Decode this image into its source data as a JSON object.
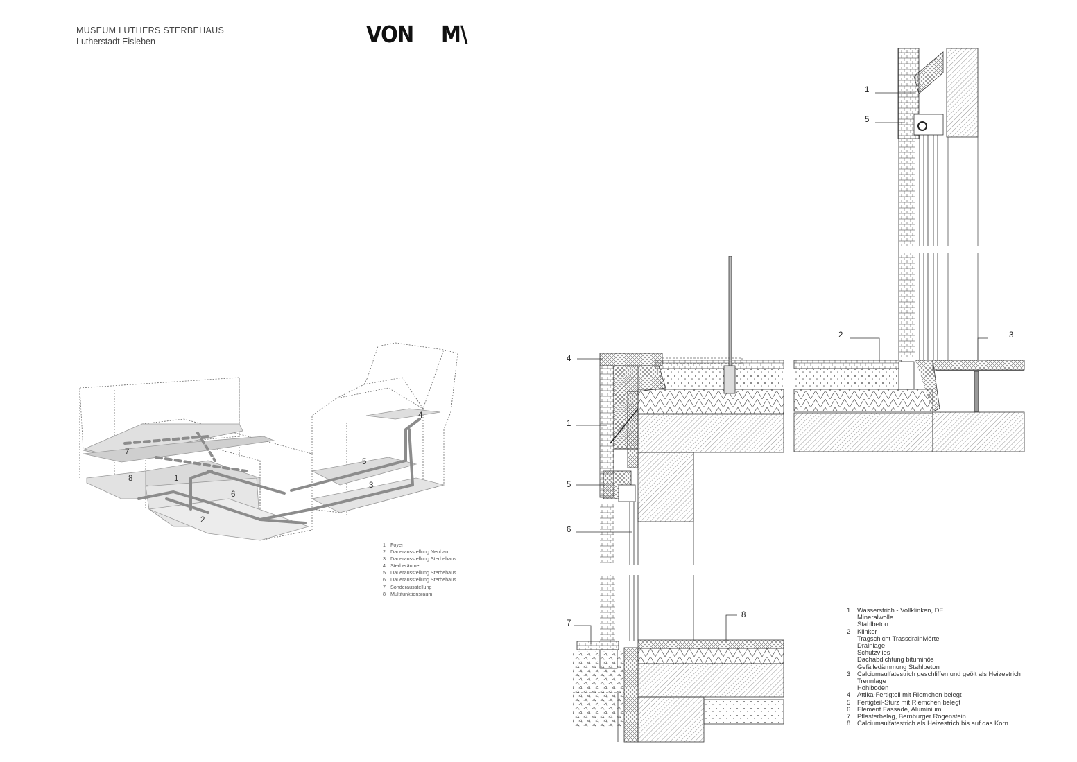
{
  "header": {
    "title": "MUSEUM LUTHERS STERBEHAUS",
    "subtitle": "Lutherstadt Eisleben",
    "logo_left": "VON",
    "logo_right": "M\\"
  },
  "axonometric": {
    "area_labels": [
      "7",
      "8",
      "1",
      "6",
      "2",
      "5",
      "3",
      "4"
    ],
    "legend": [
      {
        "n": "1",
        "text": "Foyer"
      },
      {
        "n": "2",
        "text": "Dauerausstellung Neubau"
      },
      {
        "n": "3",
        "text": "Dauerausstellung Sterbehaus"
      },
      {
        "n": "4",
        "text": "Sterberäume"
      },
      {
        "n": "5",
        "text": "Dauerausstellung Sterbehaus"
      },
      {
        "n": "6",
        "text": "Dauerausstellung Sterbehaus"
      },
      {
        "n": "7",
        "text": "Sonderausstellung"
      },
      {
        "n": "8",
        "text": "Multifunktionsraum"
      }
    ]
  },
  "section": {
    "callouts": [
      "1",
      "5",
      "2",
      "3",
      "4",
      "1",
      "5",
      "6",
      "7",
      "8"
    ],
    "legend": [
      {
        "n": "1",
        "lines": [
          "Wasserstrich - Vollklinken, DF",
          "Mineralwolle",
          "Stahlbeton"
        ]
      },
      {
        "n": "2",
        "lines": [
          "Klinker",
          "Tragschicht TrassdrainMörtel",
          "Drainlage",
          "Schutzvlies",
          "Dachabdichtung bituminös",
          "Gefälledämmung Stahlbeton"
        ]
      },
      {
        "n": "3",
        "lines": [
          "Calciumsulfatestrich geschliffen und geölt als Heizestrich",
          "Trennlage",
          "Hohlboden"
        ]
      },
      {
        "n": "4",
        "lines": [
          "Attika-Fertigteil mit Riemchen belegt"
        ]
      },
      {
        "n": "5",
        "lines": [
          "Fertigteil-Sturz mit Riemchen belegt"
        ]
      },
      {
        "n": "6",
        "lines": [
          "Element Fassade, Aluminium"
        ]
      },
      {
        "n": "7",
        "lines": [
          "Pflasterbelag, Bernburger Rogenstein"
        ]
      },
      {
        "n": "8",
        "lines": [
          "Calciumsulfatestrich als Heizestrich bis auf das Korn"
        ]
      }
    ]
  },
  "colors": {
    "line": "#333333",
    "hatch": "#8a8a8a",
    "plane": "#d9d9d9",
    "route": "#8c8c8c"
  }
}
